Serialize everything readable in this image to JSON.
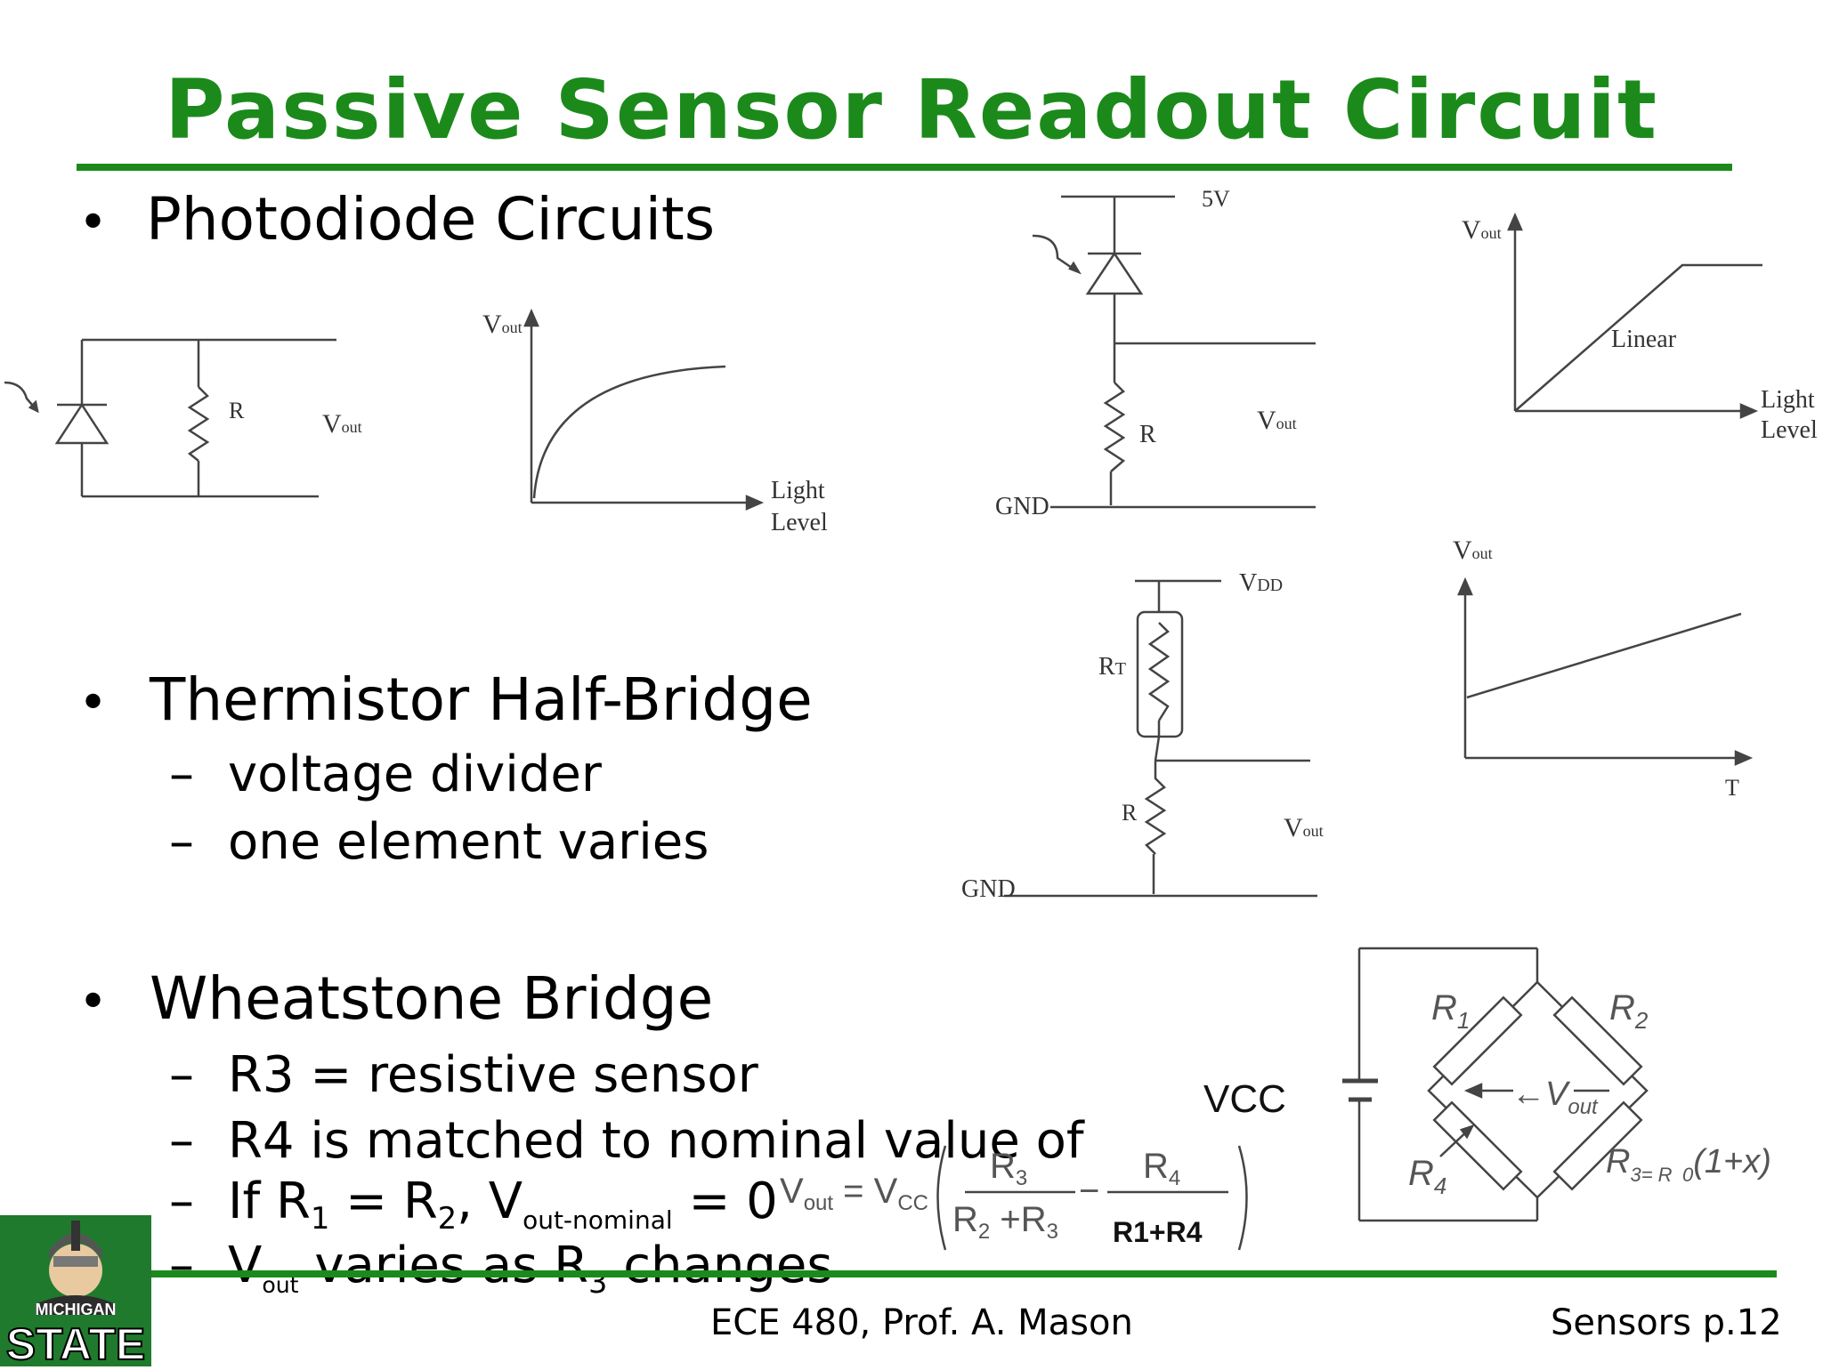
{
  "slide": {
    "title": "Passive Sensor Readout Circuit",
    "bullets": {
      "photodiode": "Photodiode Circuits",
      "thermistor": "Thermistor Half-Bridge",
      "wheatstone": "Wheatstone Bridge"
    },
    "thermistor_subs": [
      "voltage divider",
      "one element varies"
    ],
    "wheatstone_subs": {
      "r3": "R3 = resistive sensor",
      "r4": "R4 is matched to nominal value of R3",
      "if_r": "If R",
      "if_eq": " = R",
      "if_v": ", V",
      "if_sub_nominal": "out-nominal",
      "if_zero": " = 0",
      "vout_v": "V",
      "vout_sub": "out",
      "vout_rest": " varies as R",
      "vout_end": " changes",
      "sub1": "1",
      "sub2": "2",
      "sub3": "3"
    },
    "bullet_char": "•",
    "dash_char": "–"
  },
  "circuit_labels": {
    "R": "R",
    "Vout": "V",
    "out_sub": "out",
    "light": "Light",
    "level": "Level",
    "five_v": "5V",
    "gnd": "GND",
    "linear": "Linear",
    "vdd": "V",
    "dd_sub": "DD",
    "rt": "R",
    "t_sub": "T",
    "T_axis": "T",
    "vcc": "VCC",
    "r1": "R",
    "r2": "R",
    "r4": "R",
    "r3eq": "R",
    "r3eq_rest": "= R",
    "r0_sub": "0",
    "r0_rest": "(1+x)",
    "n1": "1",
    "n2": "2",
    "n3": "3",
    "n4": "4",
    "arrow": "←V",
    "vout_sub_italic": "out"
  },
  "formula": {
    "lhs": "V",
    "lhs_sub": "out",
    "eq": " = V",
    "cc_sub": "CC",
    "num1": "R",
    "num1_sub": "3",
    "den1": "R",
    "den1_sub_a": "2",
    "den1_plus": " +R",
    "den1_sub_b": "3",
    "minus": "−",
    "num2": "R",
    "num2_sub": "4",
    "den2": "R1+R4"
  },
  "footer": {
    "course": "ECE 480, Prof. A. Mason",
    "page": "Sensors p.12"
  },
  "logo": {
    "top": "MICHIGAN",
    "bottom": "STATE"
  },
  "colors": {
    "accent_green": "#1b8a1b",
    "logo_green": "#1f7a2e"
  }
}
